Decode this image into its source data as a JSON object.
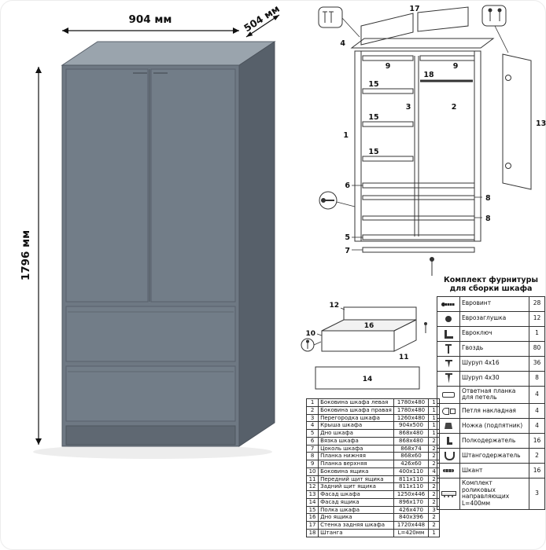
{
  "dimensions": {
    "width": "904 мм",
    "depth": "504 мм",
    "height": "1796 мм"
  },
  "diagram": {
    "exploded": {
      "n1": "1",
      "n2": "2",
      "n3": "3",
      "n4": "4",
      "n5": "5",
      "n6": "6",
      "n7": "7",
      "n8a": "8",
      "n8b": "8",
      "n9a": "9",
      "n9b": "9",
      "n13": "13",
      "n15a": "15",
      "n15b": "15",
      "n15c": "15",
      "n17": "17",
      "n18": "18"
    },
    "drawer": {
      "d10": "10",
      "d11": "11",
      "d12": "12",
      "d14": "14",
      "d16": "16"
    }
  },
  "hardware": {
    "title_line1": "Комплект фурнитуры",
    "title_line2": "для сборки шкафа",
    "rows": [
      {
        "icon": "eurovint",
        "name": "Евровинт",
        "qty": "28"
      },
      {
        "icon": "plug",
        "name": "Еврозаглушка",
        "qty": "12"
      },
      {
        "icon": "key",
        "name": "Евроключ",
        "qty": "1"
      },
      {
        "icon": "nail",
        "name": "Гвоздь",
        "qty": "80"
      },
      {
        "icon": "screw16",
        "name": "Шуруп 4x16",
        "qty": "36"
      },
      {
        "icon": "screw30",
        "name": "Шуруп 4x30",
        "qty": "8"
      },
      {
        "icon": "plate",
        "name": "Ответная планка для петель",
        "qty": "4"
      },
      {
        "icon": "hinge",
        "name": "Петля накладная",
        "qty": "4"
      },
      {
        "icon": "leg",
        "name": "Ножка (подпятник)",
        "qty": "4"
      },
      {
        "icon": "shelfpin",
        "name": "Полкодержатель",
        "qty": "16"
      },
      {
        "icon": "rodholder",
        "name": "Штангодержатель",
        "qty": "2"
      },
      {
        "icon": "dowel",
        "name": "Шкант",
        "qty": "16"
      },
      {
        "icon": "slide",
        "name": "Комплект роликовых направляющих L=400мм",
        "qty": "3"
      }
    ]
  },
  "parts": {
    "rows": [
      {
        "num": "1",
        "name": "Боковина шкафа левая",
        "size": "1780x480",
        "qty": "1"
      },
      {
        "num": "2",
        "name": "Боковина шкафа правая",
        "size": "1780x480",
        "qty": "1"
      },
      {
        "num": "3",
        "name": "Перегородка шкафа",
        "size": "1260x480",
        "qty": "1"
      },
      {
        "num": "4",
        "name": "Крыша шкафа",
        "size": "904x500",
        "qty": "1"
      },
      {
        "num": "5",
        "name": "Дно шкафа",
        "size": "868x480",
        "qty": "1"
      },
      {
        "num": "6",
        "name": "Вязка шкафа",
        "size": "868x480",
        "qty": "2"
      },
      {
        "num": "7",
        "name": "Цоколь шкафа",
        "size": "868x74",
        "qty": "2"
      },
      {
        "num": "8",
        "name": "Планка нижняя",
        "size": "868x60",
        "qty": "2"
      },
      {
        "num": "9",
        "name": "Планка верхняя",
        "size": "426x60",
        "qty": "2"
      },
      {
        "num": "10",
        "name": "Боковина ящика",
        "size": "400x110",
        "qty": "4"
      },
      {
        "num": "11",
        "name": "Передний щит ящика",
        "size": "811x110",
        "qty": "2"
      },
      {
        "num": "12",
        "name": "Задний щит ящика",
        "size": "811x110",
        "qty": "2"
      },
      {
        "num": "13",
        "name": "Фасад шкафа",
        "size": "1250x446",
        "qty": "2"
      },
      {
        "num": "14",
        "name": "Фасад ящика",
        "size": "896x170",
        "qty": "2"
      },
      {
        "num": "15",
        "name": "Полка шкафа",
        "size": "426x470",
        "qty": "3"
      },
      {
        "num": "16",
        "name": "Дно ящика",
        "size": "840x396",
        "qty": "2"
      },
      {
        "num": "17",
        "name": "Стенка задняя шкафа",
        "size": "1720x448",
        "qty": "2"
      },
      {
        "num": "18",
        "name": "Штанга",
        "size": "L=420мм",
        "qty": "1"
      }
    ]
  }
}
